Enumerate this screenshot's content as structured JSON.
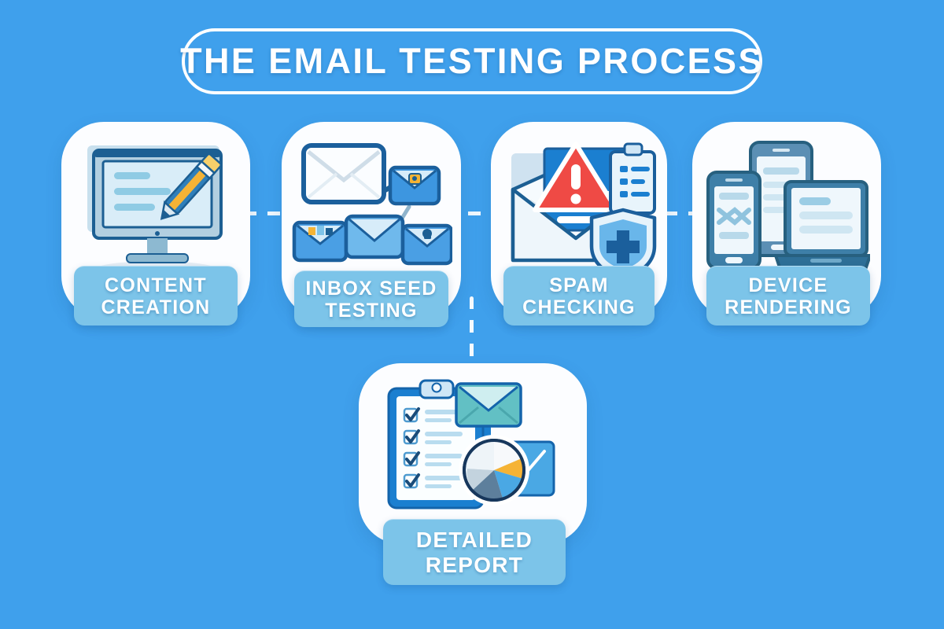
{
  "page": {
    "title": "THE EMAIL TESTING PROCESS",
    "background_color": "#3fa0ec",
    "badge_color": "#7cc4e9",
    "card_color": "#fcfdff",
    "connector_color": "#ffffff",
    "accent_dark_blue": "#1c5f93",
    "accent_blue": "#1b7fd0",
    "accent_red": "#ef4a45",
    "accent_yellow": "#f5b335",
    "accent_light": "#bfe0f2"
  },
  "steps": [
    {
      "id": "content-creation",
      "order": 1,
      "label_line1": "CONTENT",
      "label_line2": "CREATION",
      "icon": "monitor-with-pencil-icon"
    },
    {
      "id": "inbox-seed-testing",
      "order": 2,
      "label_line1": "INBOX SEED",
      "label_line2": "TESTING",
      "icon": "envelopes-network-icon"
    },
    {
      "id": "spam-checking",
      "order": 3,
      "label_line1": "SPAM",
      "label_line2": "CHECKING",
      "icon": "envelope-warning-shield-icon"
    },
    {
      "id": "device-rendering",
      "order": 4,
      "label_line1": "DEVICE",
      "label_line2": "RENDERING",
      "icon": "phone-tablet-laptop-icon"
    },
    {
      "id": "detailed-report",
      "order": 5,
      "label_line1": "DETAILED",
      "label_line2": "REPORT",
      "icon": "clipboard-checklist-chart-icon"
    }
  ],
  "connectors": [
    {
      "id": "c1",
      "from": "content-creation",
      "to": "inbox-seed-testing",
      "style": "horizontal-dashed"
    },
    {
      "id": "c2",
      "from": "inbox-seed-testing",
      "to": "spam-checking",
      "style": "horizontal-dashed"
    },
    {
      "id": "c3",
      "from": "spam-checking",
      "to": "device-rendering",
      "style": "horizontal-dashed"
    },
    {
      "id": "c4",
      "from": "inbox-seed-testing",
      "to": "detailed-report",
      "style": "vertical-dashed"
    }
  ]
}
